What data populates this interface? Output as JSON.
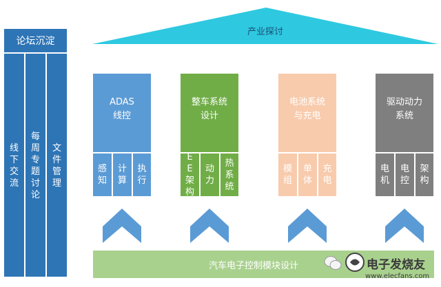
{
  "forum": {
    "title": "论坛沉淀",
    "columns": [
      "线下交流",
      "每周专题讨论",
      "文件管理"
    ]
  },
  "roof": {
    "label": "产业探讨"
  },
  "pillars": [
    {
      "title": "ADAS\n线控",
      "subs": [
        "感知",
        "计算",
        "执行"
      ],
      "color": "#5b9bd5",
      "sub_color": "#6fa8dc"
    },
    {
      "title": "整车系统\n设计",
      "subs": [
        "EE架构",
        "动力",
        "热系统"
      ],
      "color": "#70ad47",
      "sub_color": "#82bb59"
    },
    {
      "title": "电池系统\n与充电",
      "subs": [
        "模组",
        "单体",
        "充电"
      ],
      "color": "#f8cbad",
      "sub_color": "#f8cbad"
    },
    {
      "title": "驱动动力\n系统",
      "subs": [
        "电机",
        "电控",
        "架构"
      ],
      "color": "#7f7f7f",
      "sub_color": "#8c8c8c"
    }
  ],
  "base": {
    "label": "汽车电子控制模块设计",
    "color": "#a9d18e"
  },
  "watermark": {
    "name": "电子发烧友",
    "url": "www.elecfans.com"
  },
  "colors": {
    "forum": "#2e75b6",
    "roof": "#2ec9e0",
    "arrow": "#5b9bd5"
  }
}
